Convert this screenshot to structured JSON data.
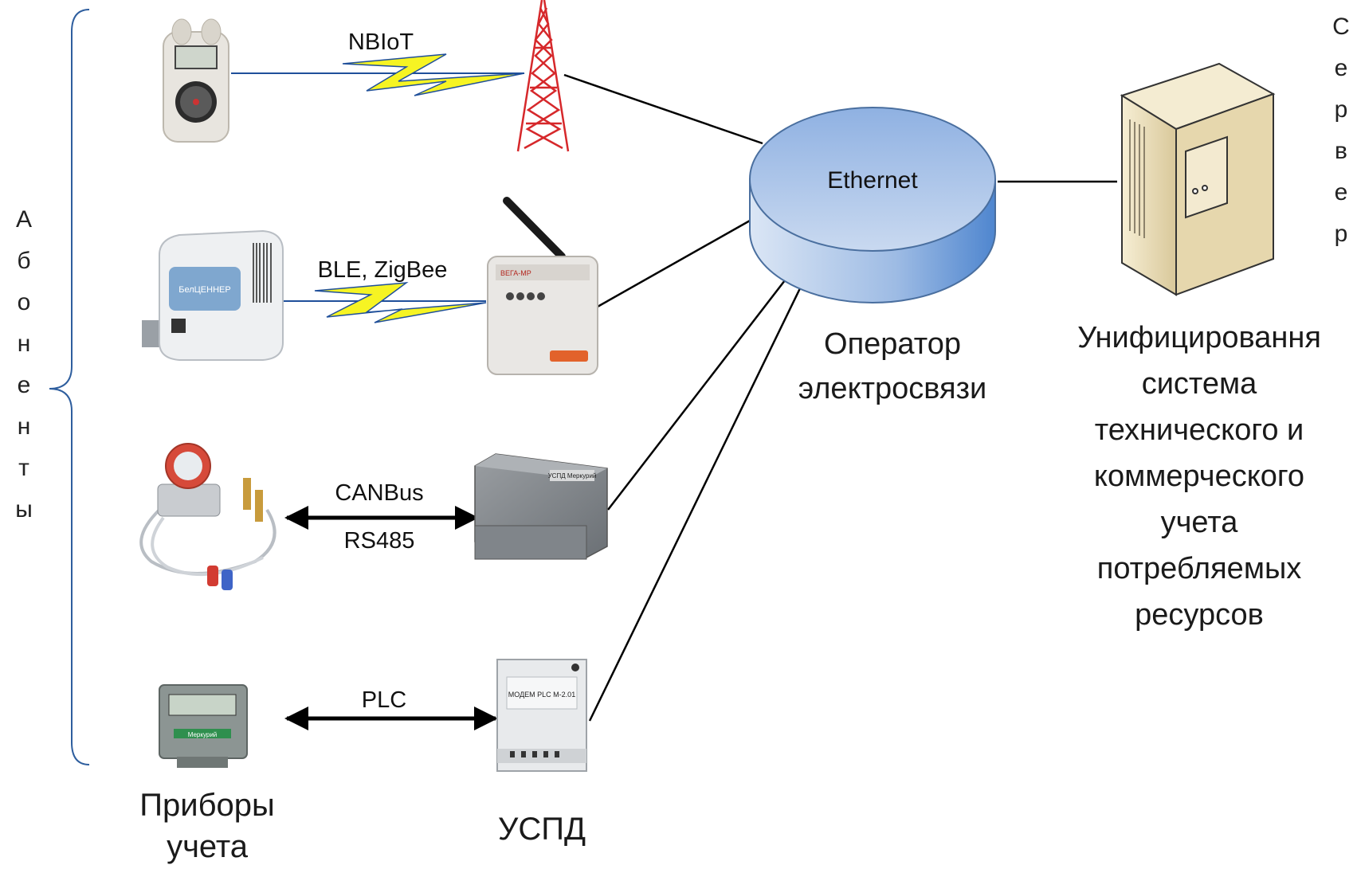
{
  "left_group_label_letters": [
    "А",
    "б",
    "о",
    "н",
    "е",
    "н",
    "т",
    "ы"
  ],
  "right_group_label_letters": [
    "С",
    "е",
    "р",
    "в",
    "е",
    "р"
  ],
  "links": {
    "nbiot": "NBIoT",
    "ble_zigbee": "BLE, ZigBee",
    "canbus": "CANBus",
    "rs485": "RS485",
    "plc": "PLC"
  },
  "hub_label": "Ethernet",
  "operator_caption": [
    "Оператор",
    "электросвязи"
  ],
  "server_caption": [
    "Унифицировання",
    "система",
    "технического и",
    "коммерческого",
    "учета",
    "потребляемых",
    "ресурсов"
  ],
  "meters_caption": [
    "Приборы",
    "учета"
  ],
  "uspd_caption": "УСПД",
  "device_texts": {
    "water_meter_brand": "БелЦЕННЕР",
    "radio_module_brand": "ВЕГА-МР",
    "uspd_box_label": "УСПД Меркурий",
    "modem_label": "МОДЕМ PLC М-2.01",
    "electric_meter_brand": "Меркурий"
  },
  "colors": {
    "lightning": "#f6f423",
    "lightning_stroke": "#1f4f9a",
    "hub_top": "#a9c4e8",
    "hub_side": "#5b8fd2",
    "tower": "#d6282b",
    "server_body": "#efe4c4"
  }
}
